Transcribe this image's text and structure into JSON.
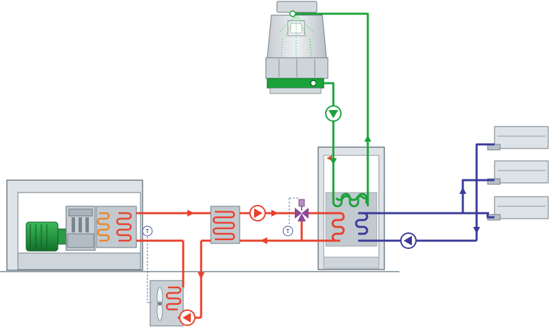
{
  "diagram": {
    "sensors": [
      {
        "id": "sensor-engine-outlet",
        "label": "T"
      },
      {
        "id": "sensor-mixing-valve",
        "label": "T"
      }
    ]
  },
  "colors": {
    "background": "#ffffff",
    "frame_fill": "#dde3e7",
    "frame_stroke": "#6f7b86",
    "hot_loop": "#e8412c",
    "cooling_loop": "#1aa33a",
    "chilled_loop": "#3a3a9a",
    "engine_coil": "#e8862a",
    "motor": "#1e8f3a",
    "valve": "#8a4a9a",
    "sensor_line": "#3b4ea0",
    "ground_line": "#9aa5ad"
  }
}
